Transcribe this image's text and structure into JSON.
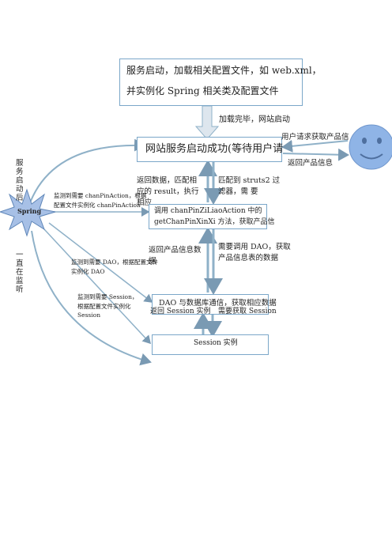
{
  "boxes": {
    "startup_line1": "服务启动，加载相关配置文件，如 web.xml，",
    "startup_line2": "并实例化 Spring 相关类及配置文件",
    "site_ready": "网站服务启动成功(等待用户请",
    "call_action_line1": "调用 chanPinZiLiaoAction 中的",
    "call_action_line2": "getChanPinXinXi  方法，获取产品信",
    "dao_comm": "DAO 与数据库通信，获取相应数据",
    "session_instance": "Session 实例"
  },
  "arrows": {
    "load_done": "加载完毕，网站启动",
    "user_request": "用户请求获取产品信",
    "return_product": "返回产品信息",
    "return_data_match": "返回数据，匹配相应的  result，执行相应",
    "match_struts": "匹配到 struts2 过滤器，需                    要",
    "return_product_data": "返回产品信息数据",
    "need_dao": "需要调用 DAO，获取产品信息表的数据",
    "return_session": "返回 Session 实例",
    "need_session": "需要获取 Session"
  },
  "spring": {
    "label": "Spring",
    "after_startup": "服务启动后",
    "always_listen": "一直在监听",
    "listen_action": "监测到需要 chanPinAction，根据配置文件实例化 chanPinAction",
    "listen_dao": "监测到需要 DAO，根据配置文件实例化 DAO",
    "listen_session": "监测到需要 Session，根据配置文件实例化 Session"
  },
  "colors": {
    "border": "#7ba7c9",
    "arrow": "#8fb1c8",
    "smiley": "#8fb4e6",
    "spring": "#a7c0e6"
  }
}
